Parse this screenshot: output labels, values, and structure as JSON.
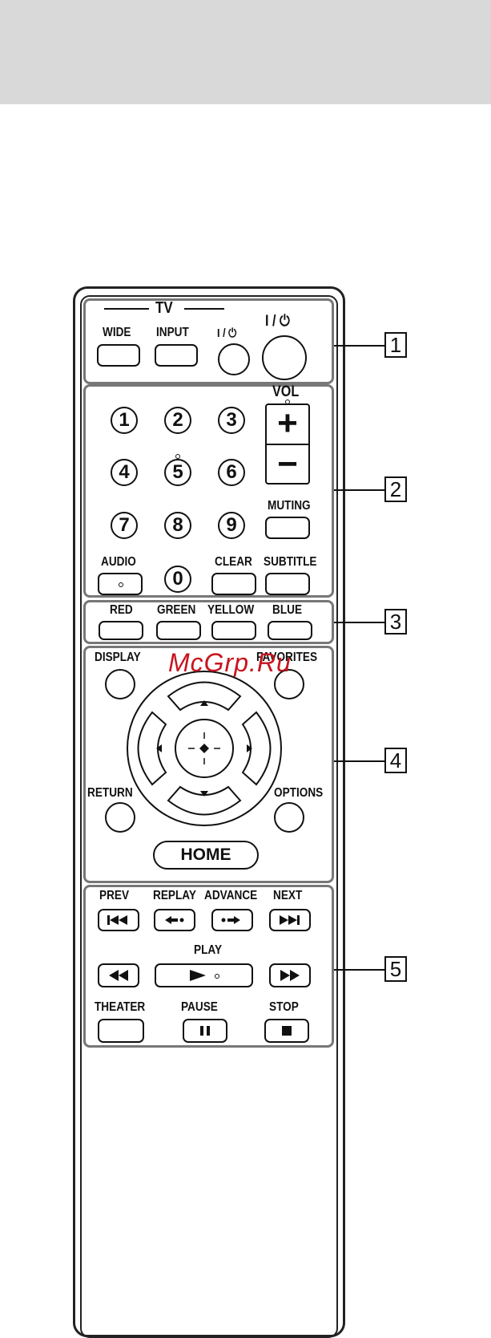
{
  "watermark": "McGrp.Ru",
  "callouts": [
    "1",
    "2",
    "3",
    "4",
    "5"
  ],
  "section1": {
    "group_label": "TV",
    "wide": "WIDE",
    "input": "INPUT",
    "tv_power": "I / ⏻",
    "power": "I / ⏻"
  },
  "section2": {
    "digits": [
      "1",
      "2",
      "3",
      "4",
      "5",
      "6",
      "7",
      "8",
      "9",
      "0"
    ],
    "vol": "VOL",
    "vol_plus": "+",
    "vol_minus": "−",
    "muting": "MUTING",
    "audio": "AUDIO",
    "clear": "CLEAR",
    "subtitle": "SUBTITLE"
  },
  "section3": {
    "red": "RED",
    "green": "GREEN",
    "yellow": "YELLOW",
    "blue": "BLUE"
  },
  "section4": {
    "display": "DISPLAY",
    "favorites": "FAVORITES",
    "return": "RETURN",
    "options": "OPTIONS",
    "home": "HOME"
  },
  "section5": {
    "prev": "PREV",
    "replay": "REPLAY",
    "advance": "ADVANCE",
    "next": "NEXT",
    "play": "PLAY",
    "theater": "THEATER",
    "pause": "PAUSE",
    "stop": "STOP"
  }
}
